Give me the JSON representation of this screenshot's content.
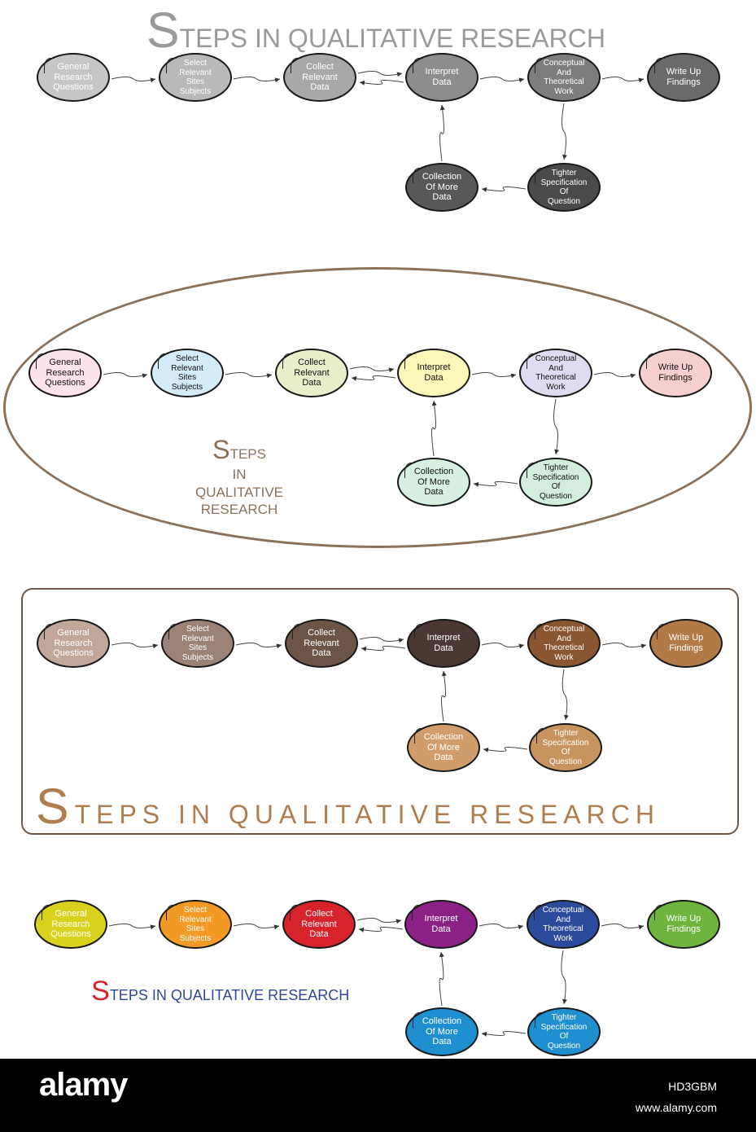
{
  "diagram": {
    "nodes": [
      {
        "id": "general",
        "label": "General\nResearch\nQuestions"
      },
      {
        "id": "select",
        "label": "Select\nRelevant\nSites\nSubjects"
      },
      {
        "id": "collect",
        "label": "Collect\nRelevant\nData"
      },
      {
        "id": "interpret",
        "label": "Interpret\nData"
      },
      {
        "id": "conceptual",
        "label": "Conceptual\nAnd\nTheoretical\nWork"
      },
      {
        "id": "writeup",
        "label": "Write Up\nFindings"
      },
      {
        "id": "tighter",
        "label": "Tighter\nSpecification\nOf\nQuestion"
      },
      {
        "id": "more",
        "label": "Collection\nOf More\nData"
      }
    ],
    "edges": [
      [
        "general",
        "select"
      ],
      [
        "select",
        "collect"
      ],
      [
        "collect",
        "interpret"
      ],
      [
        "interpret",
        "collect"
      ],
      [
        "interpret",
        "conceptual"
      ],
      [
        "conceptual",
        "writeup"
      ],
      [
        "conceptual",
        "tighter"
      ],
      [
        "tighter",
        "more"
      ],
      [
        "more",
        "interpret"
      ]
    ]
  },
  "sections": [
    {
      "id": "gray",
      "title": {
        "cap": "S",
        "rest": "TEPS IN QUALITATIVE RESEARCH"
      },
      "fills": [
        "#c6c6c6",
        "#b9b9b9",
        "#a8a8a8",
        "#8d8d8d",
        "#7d7d7d",
        "#6a6a6a",
        "#4a4a4a",
        "#585858"
      ],
      "text_color": "#ffffff"
    },
    {
      "id": "pastel",
      "title": {
        "cap": "S",
        "line1": "TEPS",
        "line2": "IN",
        "line3": "QUALITATIVE",
        "line4": "RESEARCH"
      },
      "fills": [
        "#fde4ec",
        "#d4ebf8",
        "#e7efca",
        "#fbf7b8",
        "#dedcf0",
        "#f8cfcf",
        "#d3eedd",
        "#d8f0e2"
      ],
      "text_color": "#111111"
    },
    {
      "id": "brown",
      "title": {
        "cap": "S",
        "rest": "TEPS IN QUALITATIVE RESEARCH"
      },
      "fills": [
        "#c0a79a",
        "#9a8277",
        "#6c5447",
        "#4b3832",
        "#8a5631",
        "#b27a46",
        "#c7945f",
        "#d29d6c"
      ],
      "text_color": "#ffffff"
    },
    {
      "id": "color",
      "title": {
        "cap": "S",
        "rest": "TEPS IN QUALITATIVE RESEARCH"
      },
      "fills": [
        "#d8d21f",
        "#f29a25",
        "#d8232d",
        "#8b2085",
        "#2c4a9c",
        "#6fb43f",
        "#1f8fd0",
        "#1f8fd0"
      ],
      "text_color": "#ffffff"
    }
  ],
  "footer": {
    "logo": "alamy",
    "code": "HD3GBM",
    "site": "www.alamy.com"
  }
}
